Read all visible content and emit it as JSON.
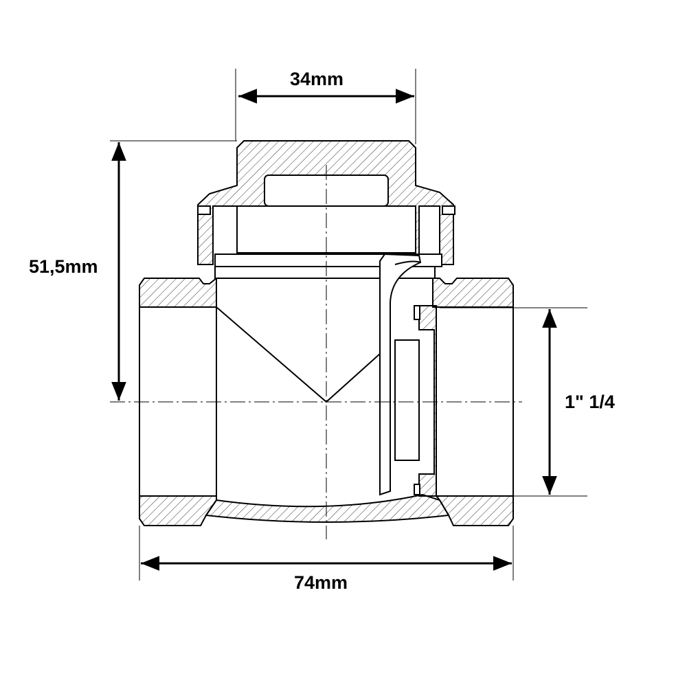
{
  "title": "Swing check valve cross-section with dimensions",
  "dimensions": {
    "cap_width": "34mm",
    "height": "51,5mm",
    "thread_size": "1\" 1/4",
    "length": "74mm"
  },
  "colors": {
    "line": "#000000",
    "background": "#ffffff"
  }
}
